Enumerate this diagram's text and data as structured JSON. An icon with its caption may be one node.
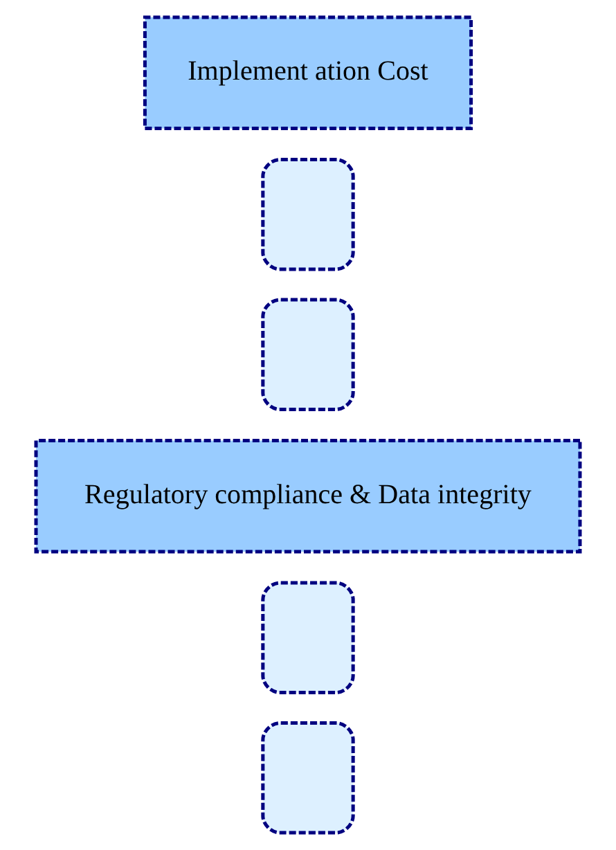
{
  "diagram": {
    "nodes": [
      {
        "text": [],
        "shape": "box"
      },
      {
        "text": [],
        "shape": "box"
      },
      {
        "text": [
          "Regulatory compliance & Data integrity"
        ]
      },
      {
        "text": [],
        "shape": "box"
      },
      {
        "text": [],
        "shape": "box"
      },
      {
        "text": [
          "Implement ation Cost"
        ]
      }
    ]
  }
}
